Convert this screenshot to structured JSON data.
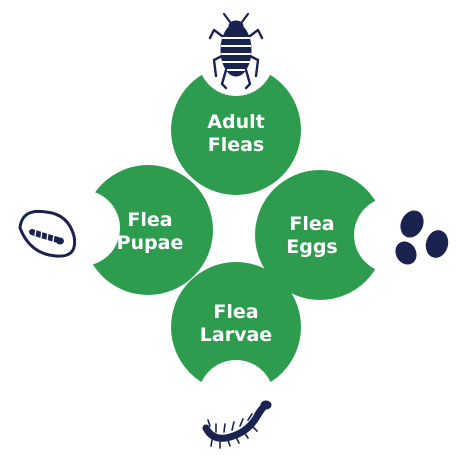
{
  "colors": {
    "stage_fill": "#2e9c4f",
    "stage_text": "#ffffff",
    "icon_navy": "#1a2350"
  },
  "stages": [
    {
      "id": "adult",
      "line1": "Adult",
      "line2": "Fleas",
      "icon": "adult-flea-icon"
    },
    {
      "id": "eggs",
      "line1": "Flea",
      "line2": "Eggs",
      "icon": "flea-eggs-icon"
    },
    {
      "id": "larvae",
      "line1": "Flea",
      "line2": "Larvae",
      "icon": "flea-larva-icon"
    },
    {
      "id": "pupae",
      "line1": "Flea",
      "line2": "Pupae",
      "icon": "flea-pupa-icon"
    }
  ]
}
